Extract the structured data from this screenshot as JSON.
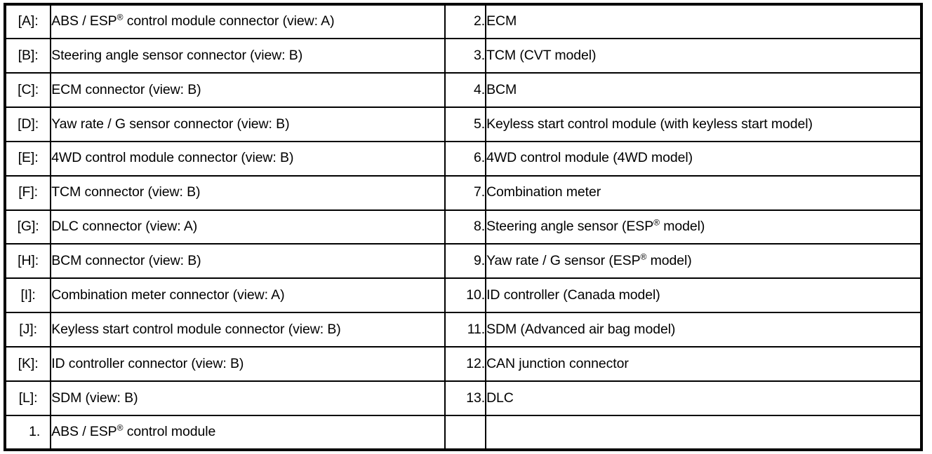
{
  "table": {
    "columns": [
      "key",
      "description",
      "number",
      "component"
    ],
    "rows": [
      {
        "key": "[A]:",
        "description": "ABS / ESP® control module connector (view: A)",
        "number": "2.",
        "component": "ECM"
      },
      {
        "key": "[B]:",
        "description": "Steering angle sensor connector (view: B)",
        "number": "3.",
        "component": "TCM (CVT model)"
      },
      {
        "key": "[C]:",
        "description": "ECM connector (view: B)",
        "number": "4.",
        "component": "BCM"
      },
      {
        "key": "[D]:",
        "description": "Yaw rate / G sensor connector (view: B)",
        "number": "5.",
        "component": "Keyless start control module (with keyless start model)"
      },
      {
        "key": "[E]:",
        "description": "4WD control module connector (view: B)",
        "number": "6.",
        "component": "4WD control module (4WD model)"
      },
      {
        "key": "[F]:",
        "description": "TCM connector (view: B)",
        "number": "7.",
        "component": "Combination meter"
      },
      {
        "key": "[G]:",
        "description": "DLC connector (view: A)",
        "number": "8.",
        "component": "Steering angle sensor (ESP® model)"
      },
      {
        "key": "[H]:",
        "description": "BCM connector (view: B)",
        "number": "9.",
        "component": "Yaw rate / G sensor (ESP® model)"
      },
      {
        "key": "[I]:",
        "description": "Combination meter connector (view: A)",
        "number": "10.",
        "component": "ID controller (Canada model)"
      },
      {
        "key": "[J]:",
        "description": "Keyless start control module connector (view: B)",
        "number": "11.",
        "component": "SDM (Advanced air bag model)"
      },
      {
        "key": "[K]:",
        "description": "ID controller connector (view: B)",
        "number": "12.",
        "component": "CAN junction connector"
      },
      {
        "key": "[L]:",
        "description": "SDM (view: B)",
        "number": "13.",
        "component": "DLC"
      },
      {
        "key": "1.",
        "description": "ABS / ESP® control module",
        "number": "",
        "component": ""
      }
    ]
  },
  "style": {
    "text_color": "#000000",
    "background_color": "#ffffff",
    "rule_color": "#000000"
  }
}
